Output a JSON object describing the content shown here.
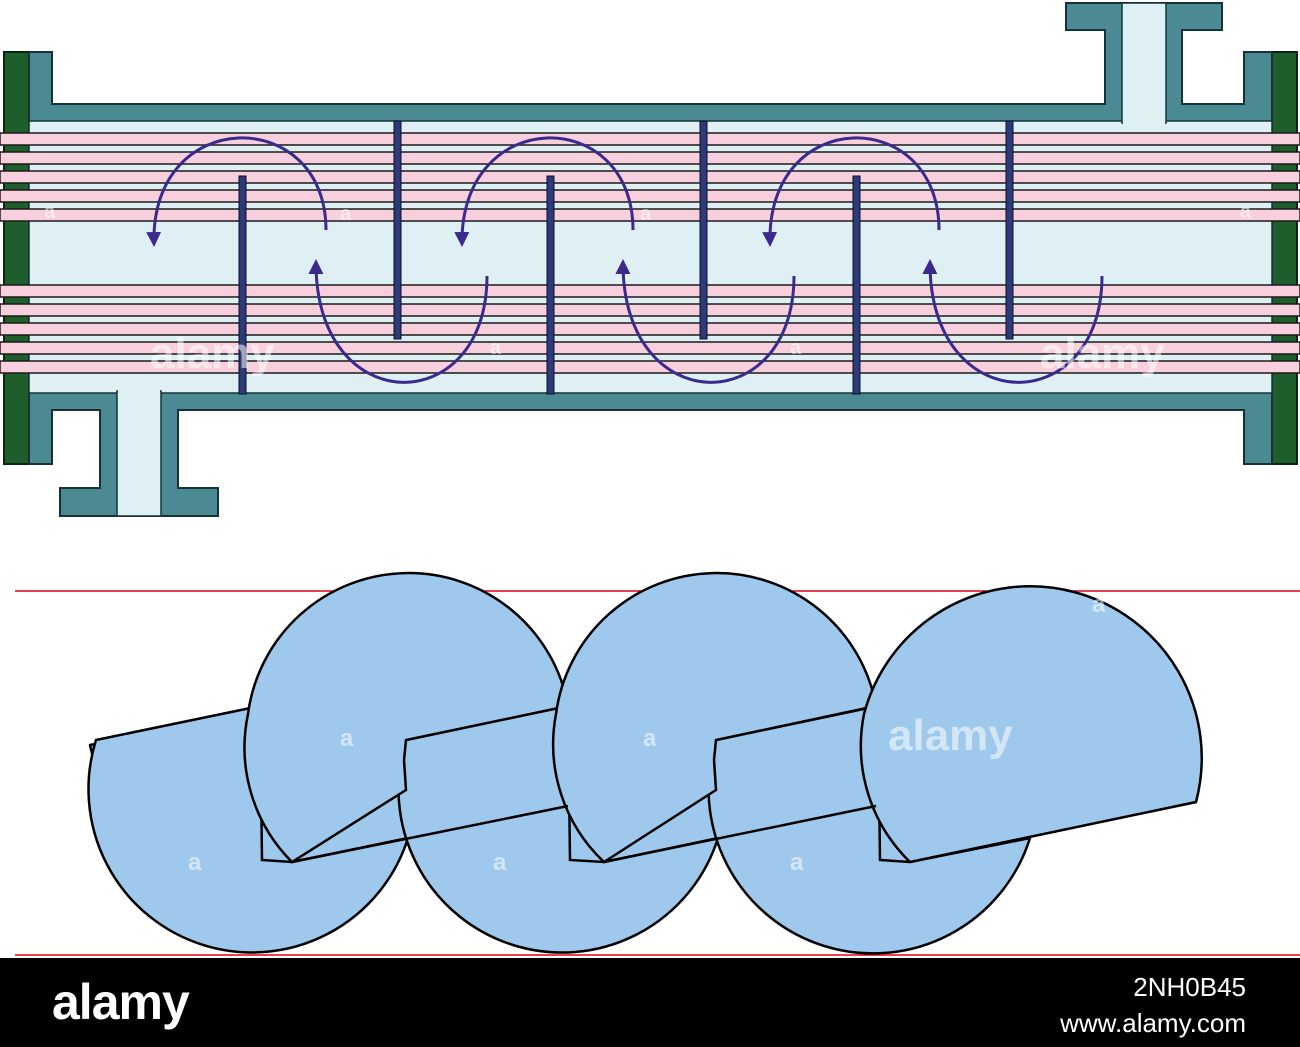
{
  "footer": {
    "brand": "alamy",
    "image_id": "2NH0B45",
    "site": "www.alamy.com"
  },
  "watermark": {
    "word": "alamy",
    "letter": "a"
  },
  "colors": {
    "shell": "#4b8a93",
    "shell_stroke": "#163238",
    "flange": "#1d5e2c",
    "fluid": "#dff0f5",
    "tube": "#f8cfdc",
    "baffle": "#2c3a78",
    "arrow": "#3a2a8c",
    "disc": "#9fc9ec",
    "guide_line": "#e2001a",
    "footer_bg": "#000000"
  },
  "icons": {
    "flow_arrow": "arrowhead-icon",
    "inlet_nozzle": "nozzle-icon",
    "baffle_disc": "half-disc-icon"
  }
}
